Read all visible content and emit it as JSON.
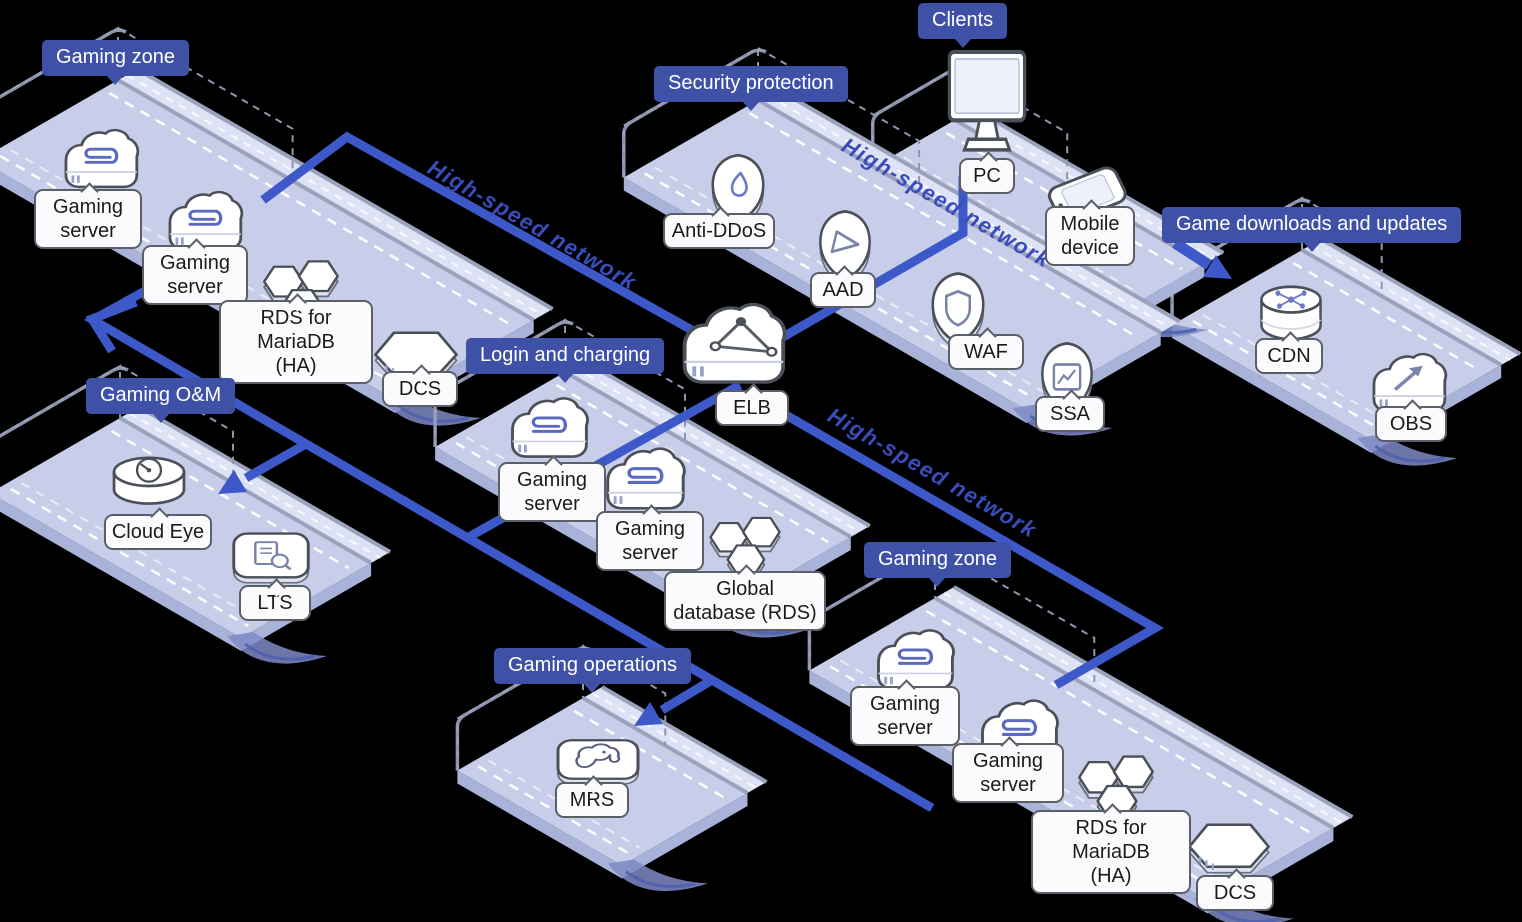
{
  "diagram": {
    "zones": [
      {
        "id": "gaming-zone-top",
        "label": "Gaming zone"
      },
      {
        "id": "security-protection",
        "label": "Security protection"
      },
      {
        "id": "clients",
        "label": "Clients"
      },
      {
        "id": "game-downloads",
        "label": "Game downloads and updates"
      },
      {
        "id": "login-and-charging",
        "label": "Login and charging"
      },
      {
        "id": "gaming-om",
        "label": "Gaming O&M"
      },
      {
        "id": "gaming-operations",
        "label": "Gaming operations"
      },
      {
        "id": "gaming-zone-bottom",
        "label": "Gaming zone"
      }
    ],
    "network_labels": [
      "High-speed network",
      "High-speed network",
      "High-speed network"
    ],
    "nodes": [
      {
        "id": "gs-zone1-a",
        "label": "Gaming\nserver",
        "icon": "gaming-server"
      },
      {
        "id": "gs-zone1-b",
        "label": "Gaming\nserver",
        "icon": "gaming-server"
      },
      {
        "id": "rds-zone1",
        "label": "RDS for MariaDB\n(HA)",
        "icon": "rds"
      },
      {
        "id": "dcs-zone1",
        "label": "DCS",
        "icon": "dcs"
      },
      {
        "id": "anti-ddos",
        "label": "Anti-DDoS",
        "icon": "shield-drop"
      },
      {
        "id": "aad",
        "label": "AAD",
        "icon": "shield-tri"
      },
      {
        "id": "waf",
        "label": "WAF",
        "icon": "shield-shield"
      },
      {
        "id": "ssa",
        "label": "SSA",
        "icon": "shield-chart"
      },
      {
        "id": "pc",
        "label": "PC",
        "icon": "pc"
      },
      {
        "id": "mobile-device",
        "label": "Mobile\ndevice",
        "icon": "mobile"
      },
      {
        "id": "cdn",
        "label": "CDN",
        "icon": "cdn"
      },
      {
        "id": "obs",
        "label": "OBS",
        "icon": "obs"
      },
      {
        "id": "elb",
        "label": "ELB",
        "icon": "elb"
      },
      {
        "id": "gs-login-a",
        "label": "Gaming\nserver",
        "icon": "gaming-server"
      },
      {
        "id": "gs-login-b",
        "label": "Gaming\nserver",
        "icon": "gaming-server"
      },
      {
        "id": "global-database",
        "label": "Global\ndatabase (RDS)",
        "icon": "rds"
      },
      {
        "id": "cloud-eye",
        "label": "Cloud Eye",
        "icon": "cloud-eye"
      },
      {
        "id": "lts",
        "label": "LTS",
        "icon": "lts"
      },
      {
        "id": "mrs",
        "label": "MRS",
        "icon": "mrs"
      },
      {
        "id": "gs-zone2-a",
        "label": "Gaming\nserver",
        "icon": "gaming-server"
      },
      {
        "id": "gs-zone2-b",
        "label": "Gaming\nserver",
        "icon": "gaming-server"
      },
      {
        "id": "rds-zone2",
        "label": "RDS for MariaDB\n(HA)",
        "icon": "rds"
      },
      {
        "id": "dcs-zone2",
        "label": "DCS",
        "icon": "dcs"
      }
    ],
    "colors": {
      "zone_tag": "#3E51A6",
      "connection_line": "#3D59C9",
      "network_text": "#3A4CBA",
      "platform_fill": "#C8CEE9",
      "platform_edge": "#9AA2BC",
      "label_border": "#5A5F68",
      "icon_accent": "#5B6ABF"
    }
  }
}
